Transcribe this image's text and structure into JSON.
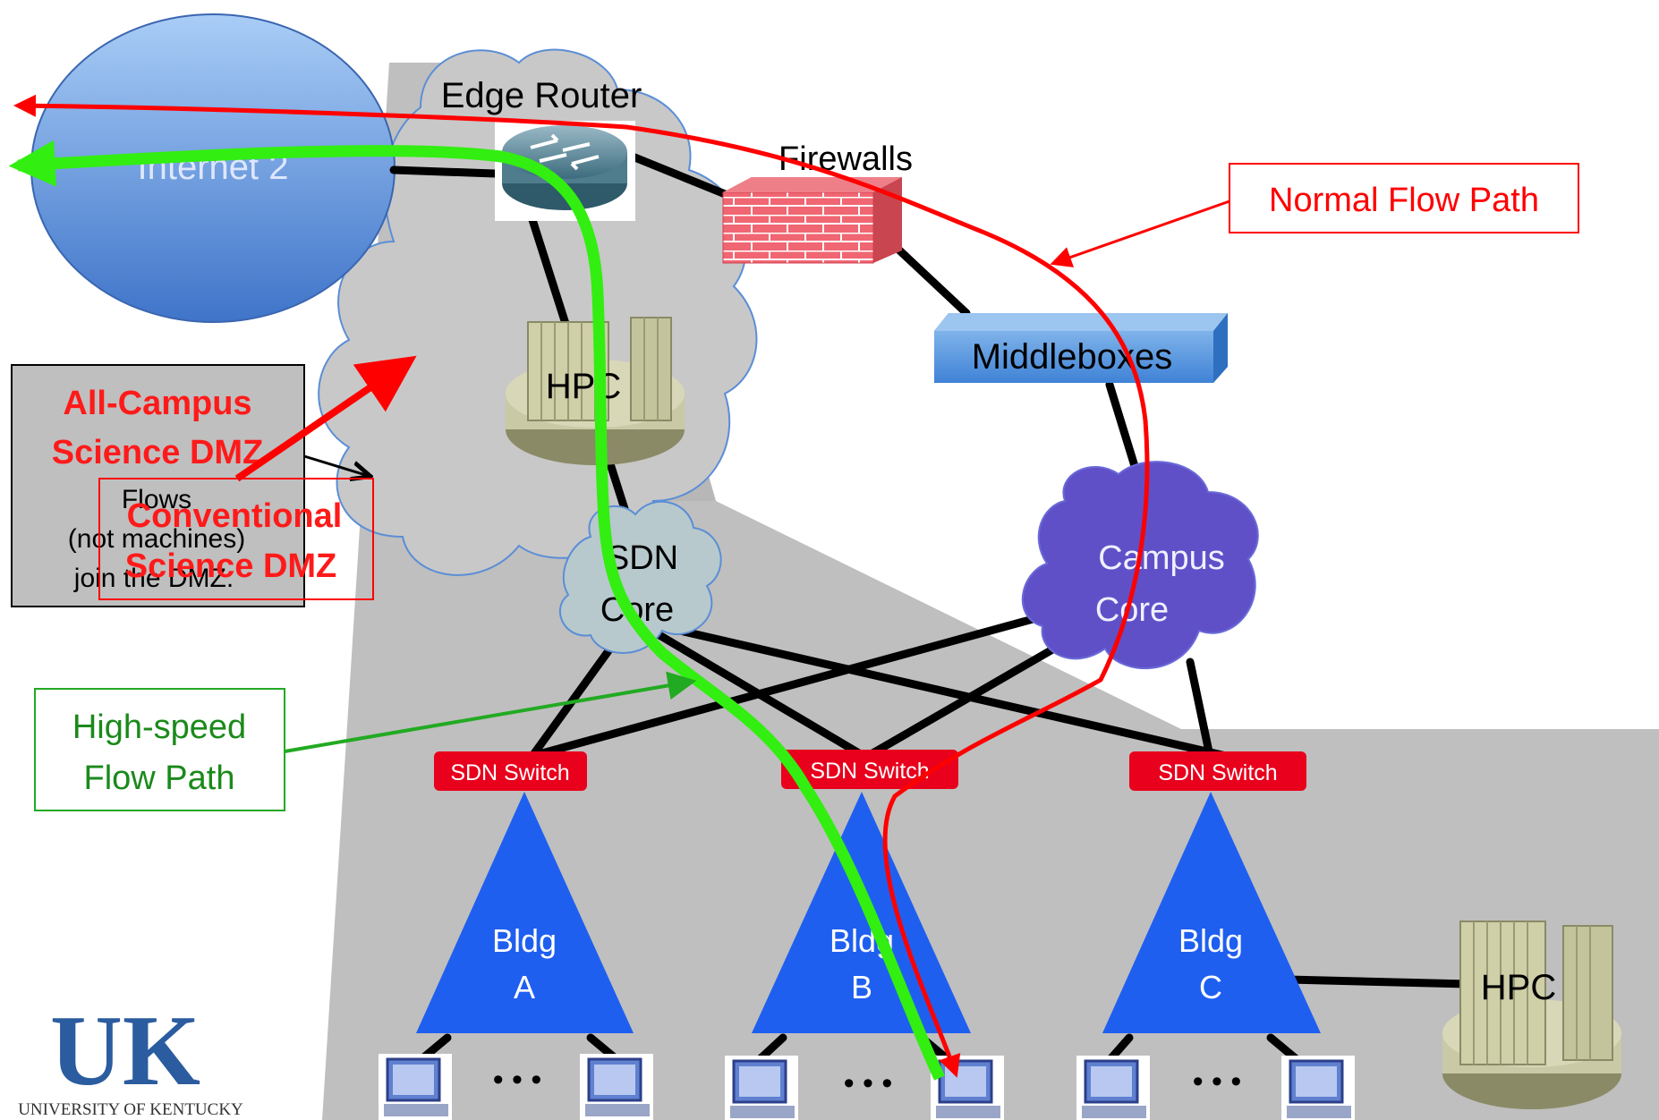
{
  "internet": "Internet 2",
  "edge_router": "Edge Router",
  "firewalls": "Firewalls",
  "middleboxes": "Middleboxes",
  "hpc_top": "HPC",
  "hpc_right": "HPC",
  "sdn_core": [
    "SDN",
    "Core"
  ],
  "campus_core": [
    "Campus",
    "Core"
  ],
  "normal_flow": "Normal Flow Path",
  "high_speed_flow": [
    "High-speed",
    "Flow Path"
  ],
  "all_campus": [
    "All-Campus",
    "Science DMZ"
  ],
  "conventional": [
    "Conventional",
    "Science DMZ"
  ],
  "flows_note": [
    "Flows",
    "(not machines)",
    "join the DMZ."
  ],
  "switches": [
    "SDN Switch",
    "SDN Switch",
    "SDN Switch"
  ],
  "buildings": [
    {
      "line1": "Bldg",
      "line2": "A"
    },
    {
      "line1": "Bldg",
      "line2": "B"
    },
    {
      "line1": "Bldg",
      "line2": "C"
    }
  ],
  "ellipsis": "• • •",
  "university": {
    "logo_letters": "UK",
    "name": "UNIVERSITY OF KENTUCKY"
  },
  "colors": {
    "red_path": "#ff0000",
    "green_path": "#33ee11",
    "switch_fill": "#e8001c",
    "building_fill": "#1f5ff0",
    "campus_core_fill": "#6050c8",
    "sdn_core_fill": "#b7c9cc",
    "shading": "#bfbfbf",
    "uk_blue": "#2b5c9f"
  },
  "icons": [
    "router-icon",
    "firewall-icon",
    "hpc-icon",
    "computer-icon",
    "cloud-icon"
  ]
}
